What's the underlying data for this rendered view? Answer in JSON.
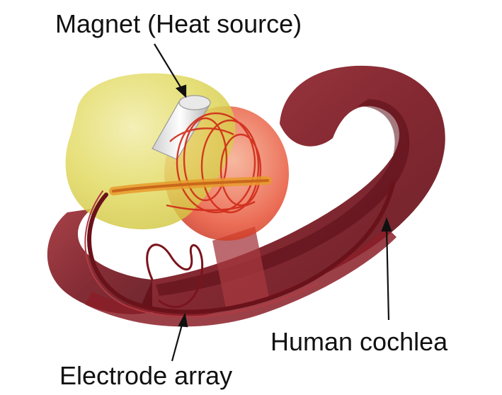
{
  "labels": {
    "magnet": "Magnet (Heat source)",
    "cochlea": "Human cochlea",
    "electrode": "Electrode array"
  },
  "colors": {
    "cochlea": "#7e1a22",
    "cochlea_light": "#b1484e",
    "yellow_body": "#e6e07a",
    "orange_body": "#e8542c",
    "coil": "#d62a1a",
    "arrow": "#111111"
  }
}
